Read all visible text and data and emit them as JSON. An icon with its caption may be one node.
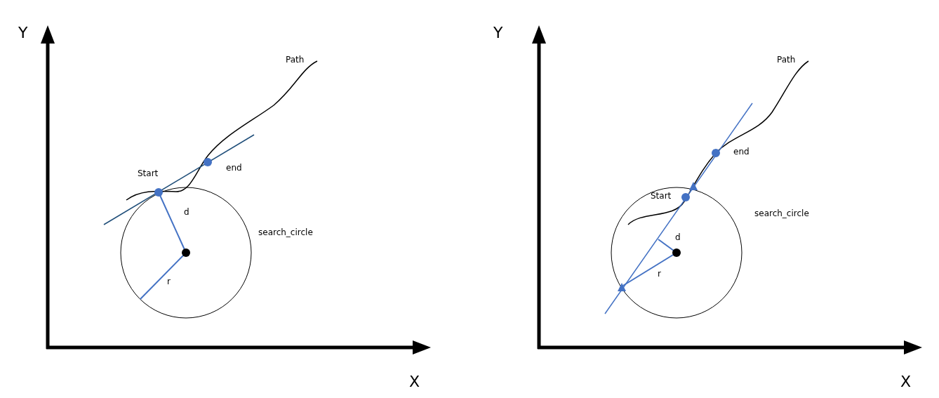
{
  "diagram": {
    "labels": [
      "Y",
      "Path",
      "Start",
      "end",
      "d",
      "search_circle",
      "r",
      "X",
      "Y",
      "Path",
      "Start",
      "end",
      "d",
      "search_circle",
      "r",
      "X"
    ]
  }
}
